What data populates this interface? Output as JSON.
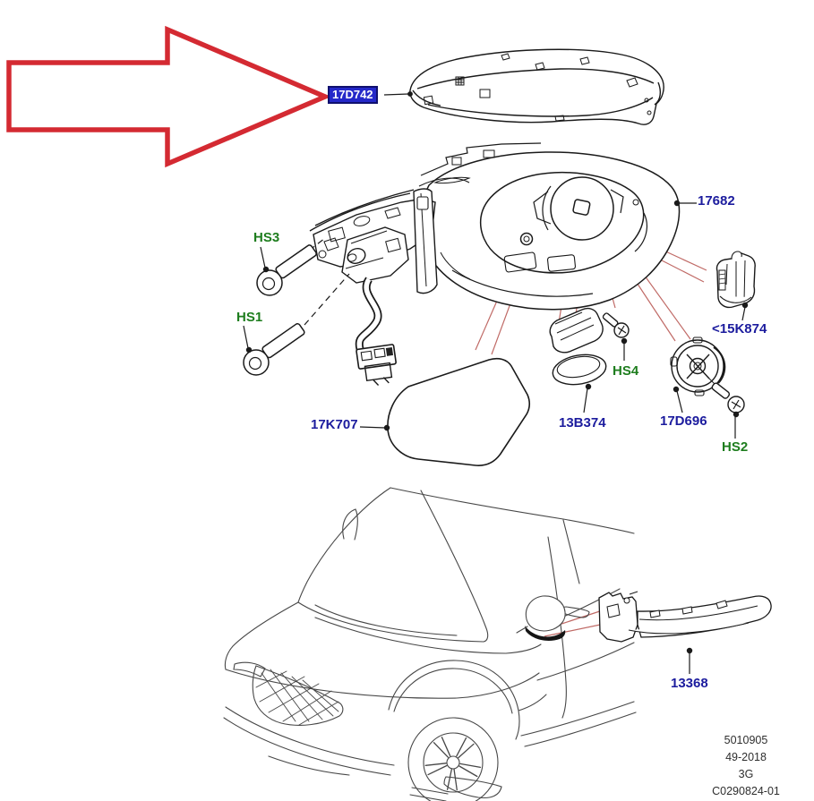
{
  "diagram_type": "exploded-parts-diagram",
  "parts": {
    "cover": "17D742",
    "housing": "17682",
    "glass": "17K707",
    "lamp": "13B374",
    "motor": "17D696",
    "bracket": "<15K874",
    "indicator": "13368",
    "screw1": "HS1",
    "screw2": "HS2",
    "screw3": "HS3",
    "screw4": "HS4"
  },
  "selected_part": "17D742",
  "footer": {
    "lines": [
      "5010905",
      "49-2018",
      "3G",
      "C0290824-01"
    ]
  },
  "colors": {
    "selected_bg": "#2428c9",
    "selected_border": "#10106e",
    "selected_text": "#ffffff",
    "part_label": "#1c1c9e",
    "hardware_label": "#1e7d1e",
    "arrow_red": "#d42a32",
    "leader_red": "#c06a66",
    "line_art": "#1a1a1a"
  }
}
